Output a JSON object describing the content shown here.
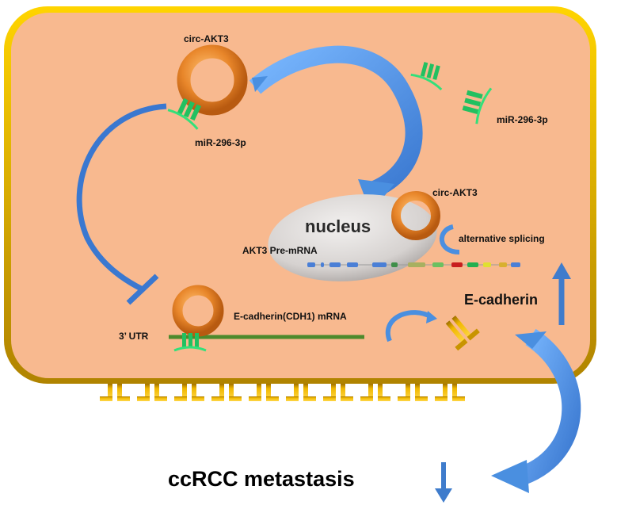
{
  "diagram": {
    "title": "circ-AKT3 / miR-296-3p / E-cadherin pathway in ccRCC",
    "colors": {
      "cytoplasm": "#f8b98f",
      "membrane": "#e0b000",
      "membrane_dark": "#8a6400",
      "arrow_blue": "#4a8fe0",
      "circ_orange": "#e88a2e",
      "mirna_green": "#22d36a",
      "mrna_green": "#5a9a3a",
      "nucleus": "#d8d4d2",
      "cadherin_yellow": "#e8b400"
    },
    "labels": {
      "circ_top": "circ-AKT3",
      "mir_top": "miR-296-3p",
      "mir_right": "miR-296-3p",
      "circ_nucleus": "circ-AKT3",
      "nucleus": "nucleus",
      "pre_mrna": "AKT3 Pre-mRNA",
      "alt_splicing": "alternative splicing",
      "utr": "3’ UTR",
      "ecad_mrna": "E-cadherin(CDH1) mRNA",
      "ecad": "E-cadherin",
      "outcome": "ccRCC metastasis"
    },
    "regulation": {
      "ecadherin": "up",
      "metastasis": "down"
    },
    "membrane_cadherin_count": 10,
    "premrna_exons": [
      "#4a7fd6",
      "#4a7fd6",
      "#4a7fd6",
      "#4a7fd6",
      "#4a7fd6",
      "#3f8f4a",
      "#a8b060",
      "#6cc060",
      "#c81e1e",
      "#22b050",
      "#e0e030",
      "#d8b030",
      "#4a7fd6"
    ]
  }
}
